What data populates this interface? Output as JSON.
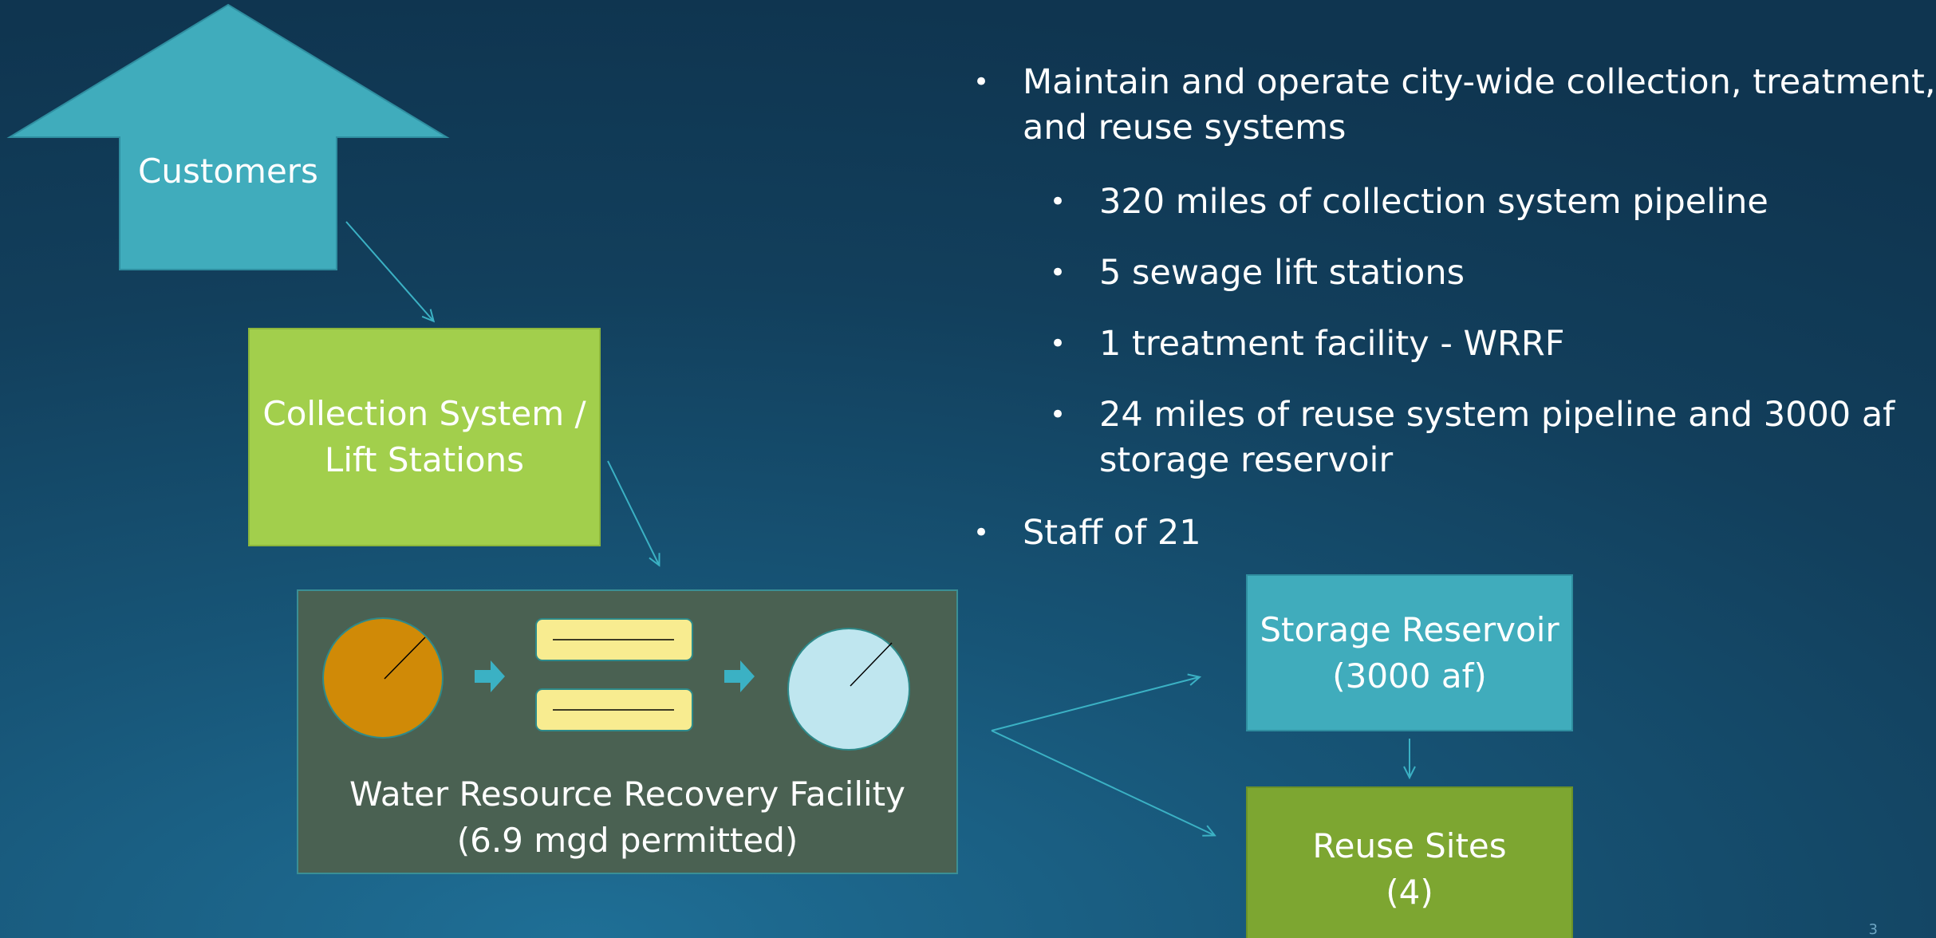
{
  "diagram": {
    "customers": {
      "label": "Customers"
    },
    "collection": {
      "label_lines": [
        "Collection System /",
        "Lift Stations"
      ]
    },
    "facility": {
      "label_lines": [
        "Water Resource Recovery Facility",
        "(6.9 mgd permitted)"
      ]
    },
    "storage": {
      "label_lines": [
        "Storage Reservoir",
        "(3000 af)"
      ]
    },
    "reuse": {
      "label_lines": [
        "Reuse Sites",
        "(4)"
      ]
    }
  },
  "bullets": [
    {
      "level": 1,
      "lines": [
        "Maintain and operate city-wide collection, treatment,",
        "and reuse systems"
      ]
    },
    {
      "level": 2,
      "lines": [
        "320 miles of collection system pipeline"
      ]
    },
    {
      "level": 2,
      "lines": [
        "5 sewage lift stations"
      ]
    },
    {
      "level": 2,
      "lines": [
        "1 treatment facility - WRRF"
      ]
    },
    {
      "level": 2,
      "lines": [
        "24 miles of reuse system pipeline and 3000 af",
        "storage reservoir"
      ]
    },
    {
      "level": 1,
      "lines": [
        "Staff of 21"
      ]
    }
  ],
  "colors": {
    "teal": "#40acbc",
    "green": "#a2cf4c",
    "dark_green": "#7da631",
    "facility_bg": "#4a6152",
    "orange": "#d08a07",
    "yellow": "#f8ec90",
    "light_blue": "#bfe6ef",
    "arrow": "#3bb1c4"
  },
  "page_number": "3"
}
